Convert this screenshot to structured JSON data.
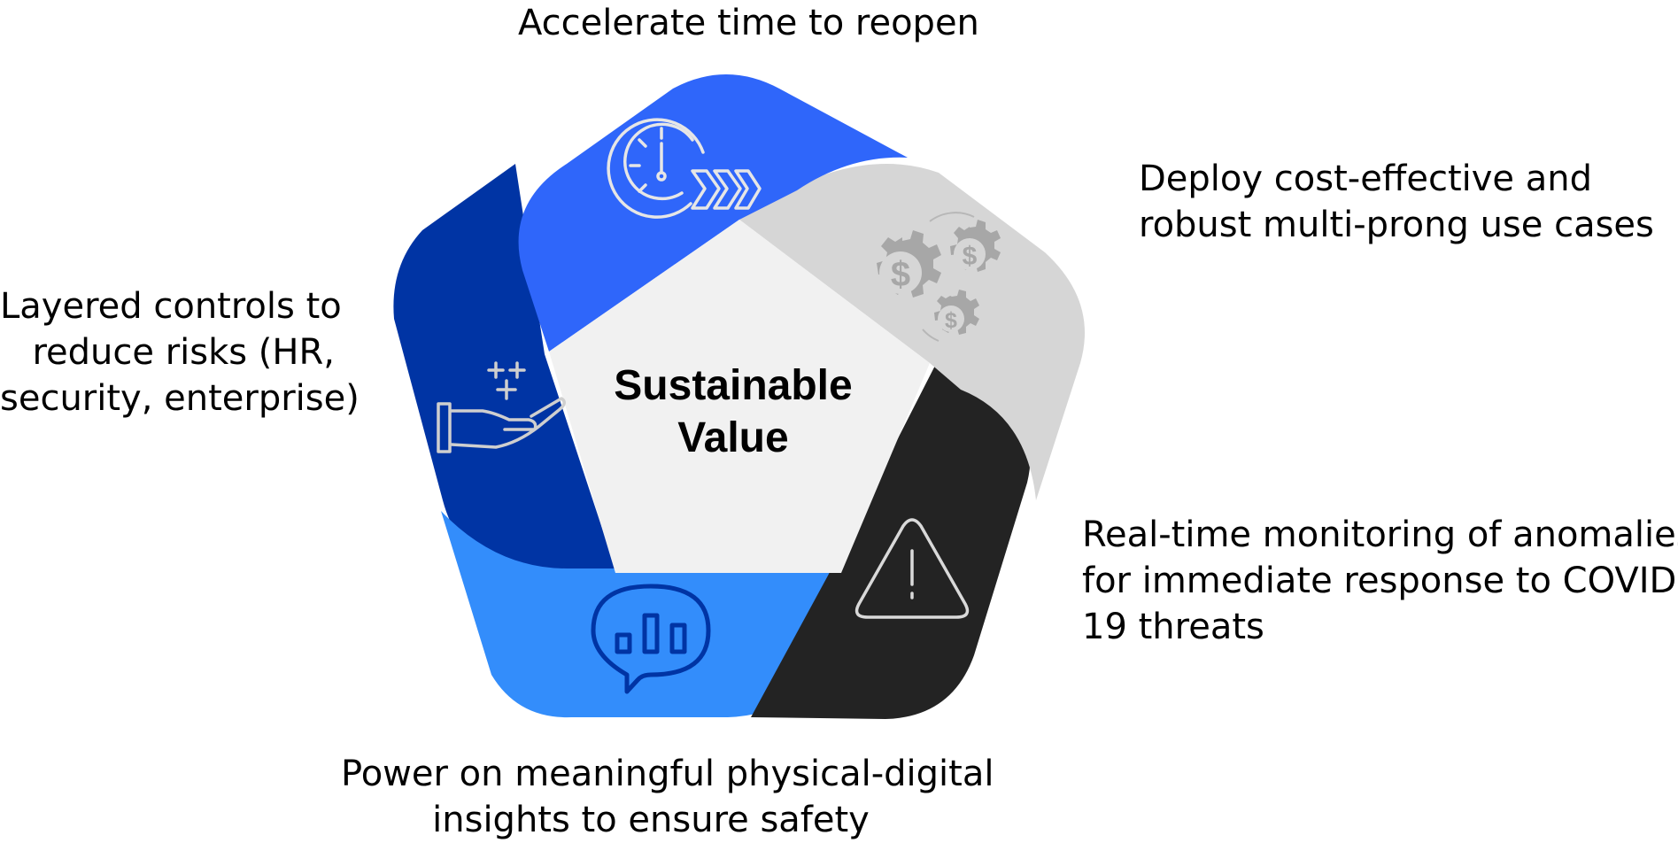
{
  "center": {
    "line1": "Sustainable",
    "line2": "Value"
  },
  "labels": {
    "top": [
      "Accelerate time to reopen"
    ],
    "right_top": [
      "Deploy cost-effective and",
      "robust multi-prong use cases"
    ],
    "left": [
      "Layered controls to",
      "reduce risks (HR,",
      "security, enterprise)"
    ],
    "right_bottom": [
      "Real-time monitoring of anomalies",
      "for immediate response to COVID-",
      "19 threats"
    ],
    "bottom": [
      "Power on meaningful physical-digital",
      "insights to ensure safety"
    ]
  },
  "segments": [
    {
      "id": "top",
      "color": "#2f66fa",
      "icon": "stopwatch-fast-forward-icon"
    },
    {
      "id": "right-top",
      "color": "#d6d6d6",
      "icon": "dollar-gears-icon"
    },
    {
      "id": "right-bottom",
      "color": "#232323",
      "icon": "warning-triangle-icon"
    },
    {
      "id": "bottom",
      "color": "#338dfb",
      "icon": "chat-bar-chart-icon"
    },
    {
      "id": "left",
      "color": "#0034a4",
      "icon": "hand-sparkles-icon"
    }
  ],
  "colors": {
    "center_fill": "#f1f1f1",
    "text": "#000000"
  }
}
